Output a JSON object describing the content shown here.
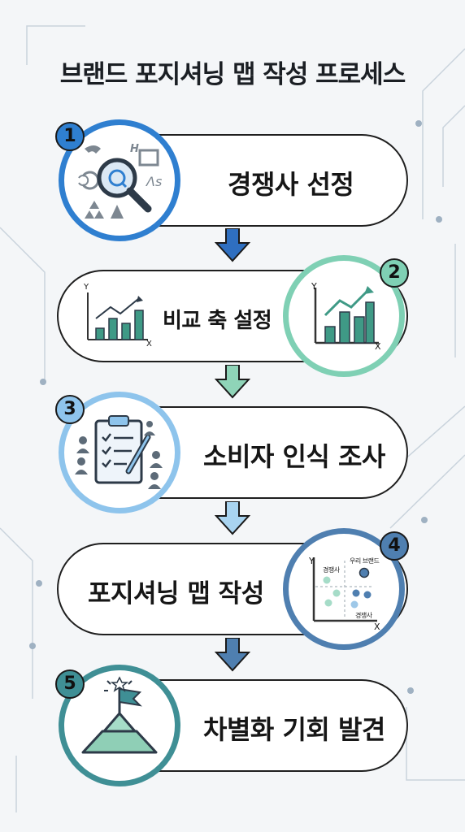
{
  "title": "브랜드 포지셔닝 맵 작성 프로세스",
  "steps": [
    {
      "number": "1",
      "label": "경쟁사 선정",
      "color": "#2f7fd0",
      "icon": "magnifier-competitor-logos-icon"
    },
    {
      "number": "2",
      "label": "비교 축 설정",
      "color": "#7fd0b4",
      "icon": "bar-growth-chart-icon"
    },
    {
      "number": "3",
      "label": "소비자 인식 조사",
      "color": "#8ec4ec",
      "icon": "clipboard-survey-icon"
    },
    {
      "number": "4",
      "label": "포지셔닝 맵 작성",
      "color": "#4f7fb0",
      "icon": "positioning-scatter-icon"
    },
    {
      "number": "5",
      "label": "차별화 기회 발견",
      "color": "#3f8f95",
      "icon": "mountain-flag-icon"
    }
  ],
  "map_icon": {
    "y_label": "Y",
    "x_label": "X",
    "competitor_label_1": "경쟁사",
    "our_brand_label": "우리 브랜드",
    "competitor_label_2": "경쟁사"
  },
  "chart_icon": {
    "y_label": "Y",
    "x_label": "X"
  }
}
